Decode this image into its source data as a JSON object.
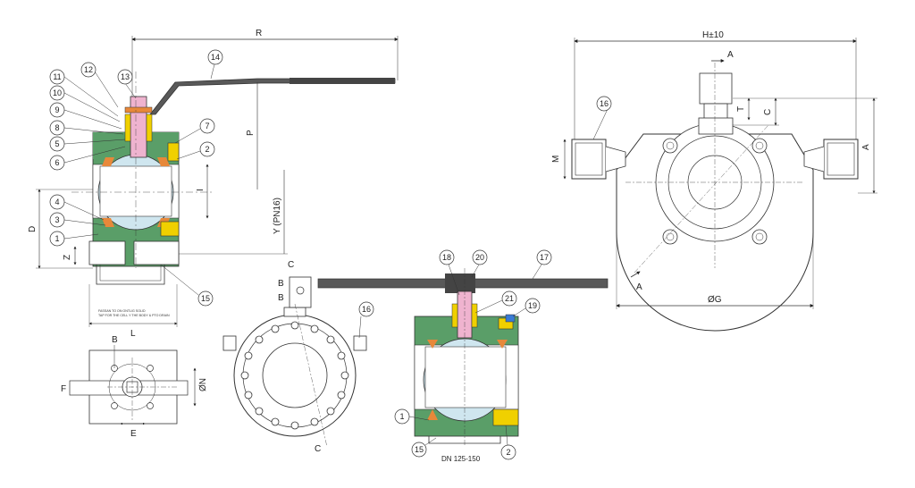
{
  "view1": {
    "dims": {
      "R": "R",
      "P": "P",
      "I": "I",
      "Y": "Y (PN16)",
      "D": "D",
      "Z": "Z",
      "L": "L"
    },
    "callouts": [
      "11",
      "12",
      "13",
      "14",
      "10",
      "9",
      "8",
      "5",
      "6",
      "7",
      "2",
      "4",
      "3",
      "1",
      "15"
    ],
    "note_line1": "FASSAN TO ON ONTLIG SOLID",
    "note_line2": "TAP FOR THE CELL Y THE BODY & PTO DRAIN"
  },
  "view2": {
    "dims": {
      "B": "B",
      "F": "F",
      "E": "E",
      "N": "ØN"
    }
  },
  "view3": {
    "section_marks": [
      "C",
      "C"
    ],
    "dims": {
      "B1": "B",
      "B2": "B"
    },
    "callouts": [
      "16"
    ]
  },
  "view4": {
    "callouts": [
      "18",
      "20",
      "17",
      "21",
      "19",
      "1",
      "15",
      "2"
    ],
    "caption": "DN 125-150"
  },
  "view5": {
    "dims": {
      "H": "H±10",
      "A": "A",
      "C": "C",
      "T": "T",
      "M": "M",
      "G": "ØG"
    },
    "section_marks": [
      "A",
      "A"
    ],
    "callouts": [
      "16"
    ]
  },
  "colors": {
    "ball": "#cfe6ef",
    "body": "#5a9e68",
    "seat": "#e7883a",
    "stem": "#efb3cf",
    "gland": "#f0d000",
    "lever": "#595959",
    "outline": "#333333",
    "blue": "#3a7bd5"
  }
}
